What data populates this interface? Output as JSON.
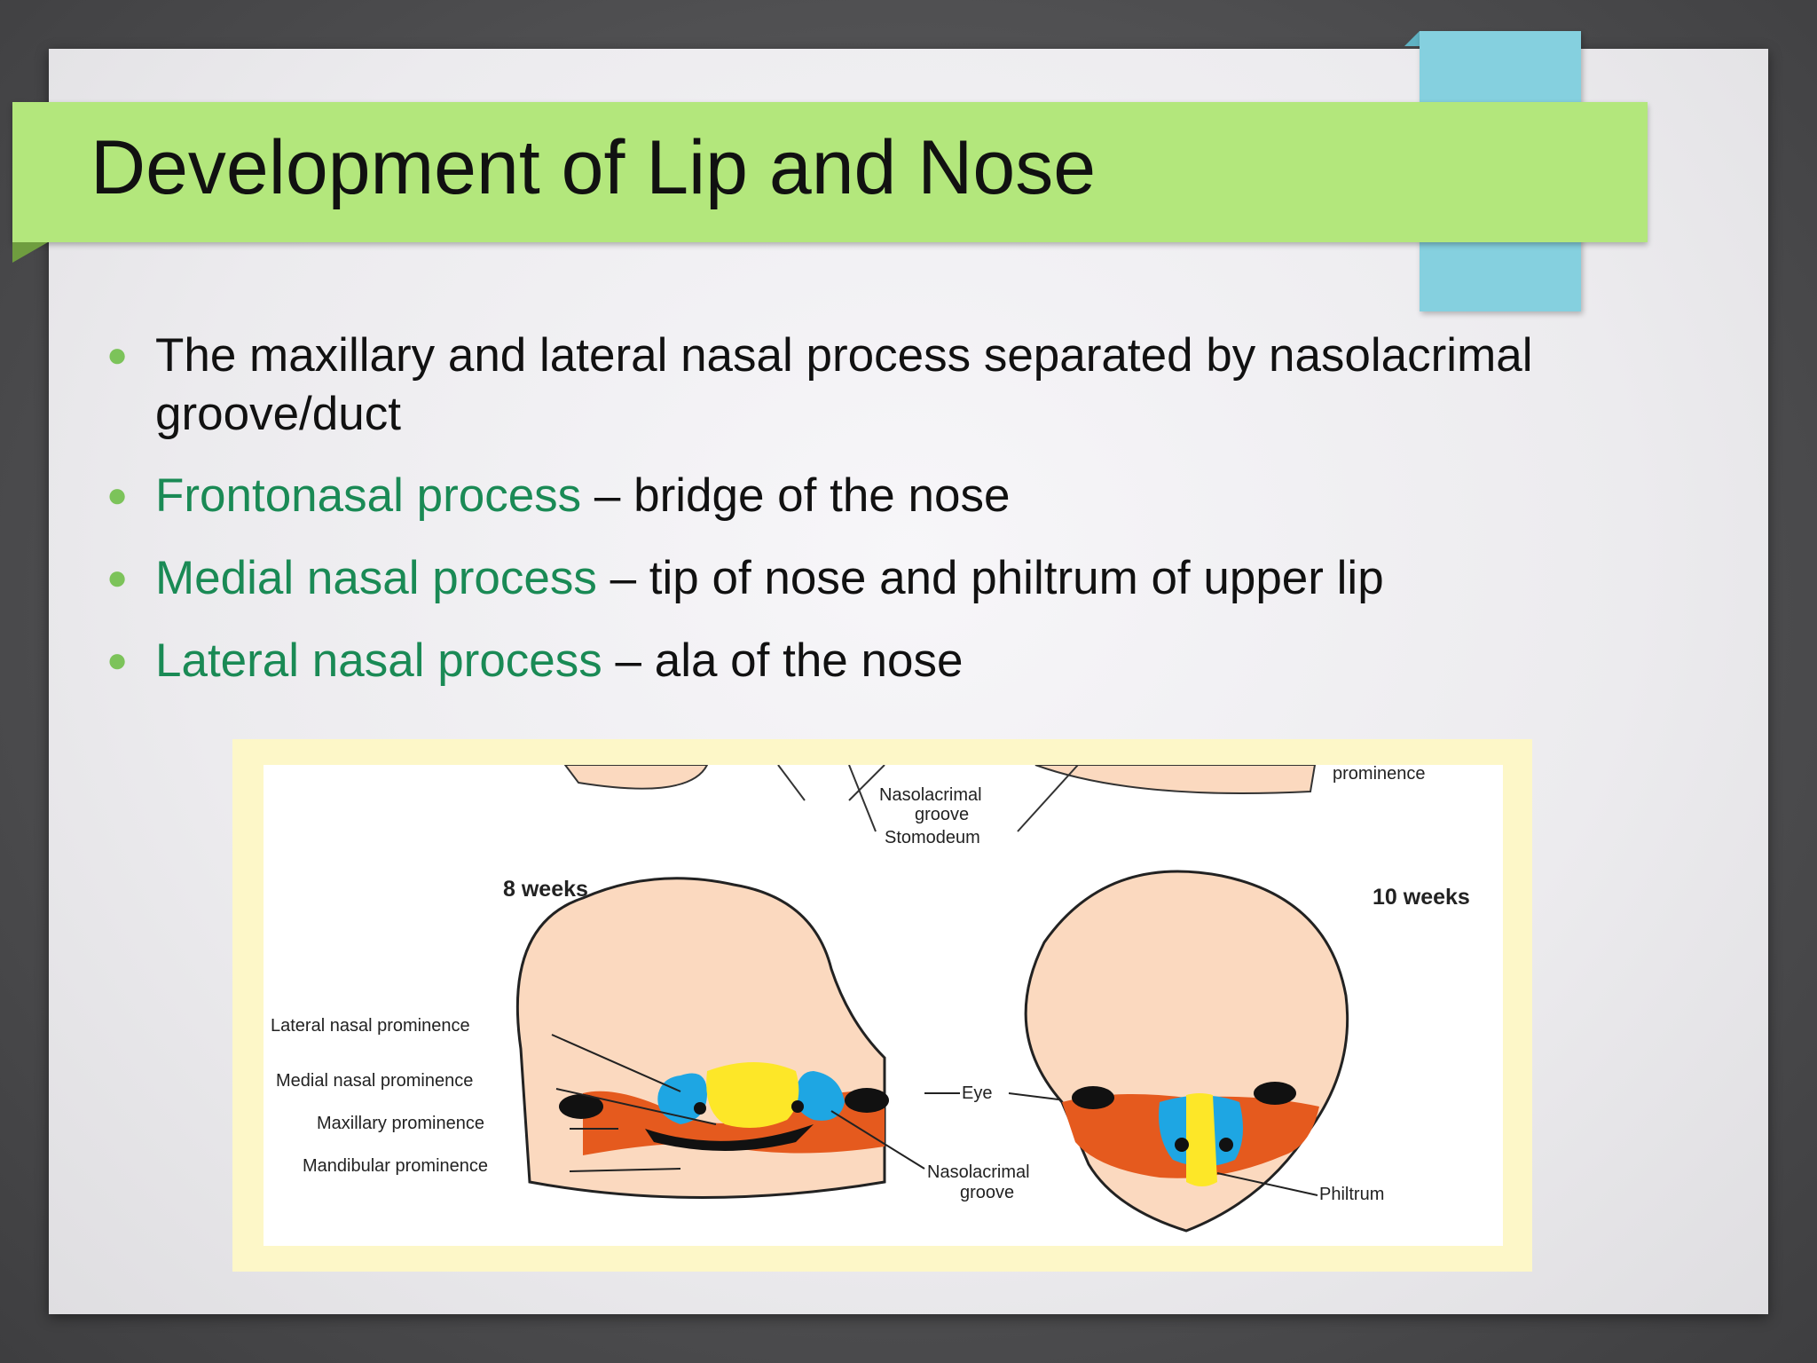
{
  "slide": {
    "title": "Development of Lip and Nose",
    "bullets": [
      {
        "text": "The maxillary and lateral nasal process separated by nasolacrimal groove/duct"
      },
      {
        "term": "Frontonasal process",
        "rest": " – bridge of the nose"
      },
      {
        "term": "Medial nasal process",
        "rest": " – tip of nose and philtrum of upper lip"
      },
      {
        "term": "Lateral nasal process",
        "rest": " – ala of the nose"
      }
    ]
  },
  "figure": {
    "labels": {
      "prominence_top": "prominence",
      "nasolacrimal_top": "Nasolacrimal",
      "groove_top": "groove",
      "stomodeum": "Stomodeum",
      "weeks_8": "8 weeks",
      "weeks_10": "10 weeks",
      "lateral_nasal": "Lateral nasal prominence",
      "medial_nasal": "Medial nasal prominence",
      "maxillary": "Maxillary prominence",
      "mandibular": "Mandibular prominence",
      "eye": "Eye",
      "nasolacrimal_bottom": "Nasolacrimal",
      "groove_bottom": "groove",
      "philtrum": "Philtrum"
    },
    "colors": {
      "skin": "#fbd9bf",
      "lateral_nasal": "#1ea6e3",
      "medial_nasal": "#fde728",
      "maxillary": "#e55a1e",
      "frame": "#fdf7c8",
      "bullet_dot": "#7cc35a",
      "term_text": "#1a8a55",
      "title_band": "#b3e77c",
      "accent_block": "#85d0df"
    }
  }
}
